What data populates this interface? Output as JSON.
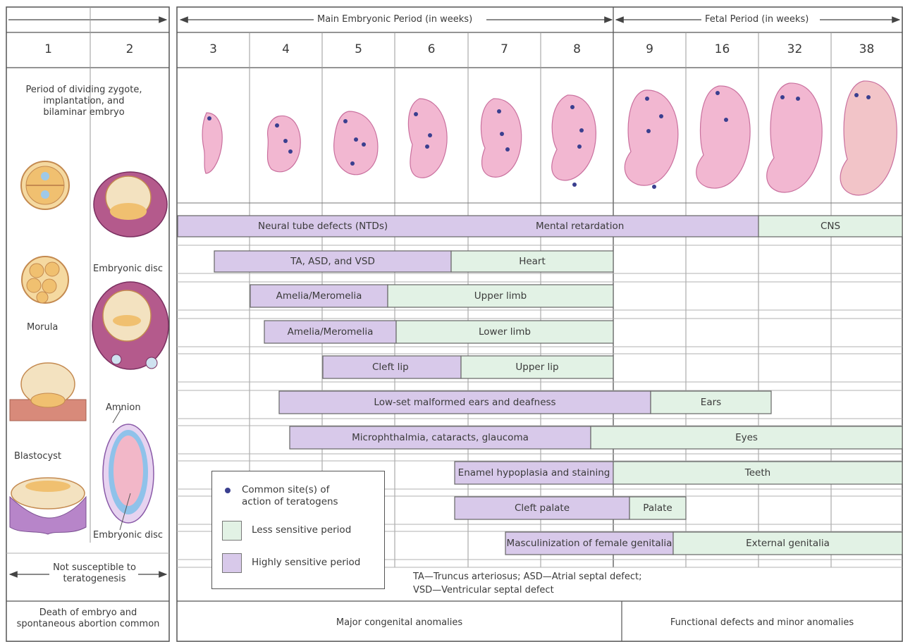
{
  "colors": {
    "highly_sensitive": "#d8c9ea",
    "less_sensitive": "#e2f2e5",
    "embryo": "#f2b7d1",
    "embryo_edge": "#c9709e",
    "dot": "#3a3f8f",
    "grid": "#9a9a9a"
  },
  "periods": {
    "embryonic": "Main Embryonic Period (in weeks)",
    "fetal": "Fetal Period (in weeks)"
  },
  "weeks": [
    "1",
    "2",
    "3",
    "4",
    "5",
    "6",
    "7",
    "8",
    "9",
    "16",
    "32",
    "38"
  ],
  "left_panel": {
    "period_text": "Period of dividing zygote, implantation, and bilaminar embryo",
    "embryonic_disc_top": "Embryonic disc",
    "morula": "Morula",
    "amnion": "Amnion",
    "blastocyst": "Blastocyst",
    "embryonic_disc_bottom": "Embryonic disc",
    "not_susceptible": "Not susceptible to teratogenesis",
    "death": "Death of embryo and spontaneous abortion common"
  },
  "bottom": {
    "major": "Major congenital anomalies",
    "functional": "Functional defects and minor anomalies"
  },
  "rows": [
    {
      "id": "cns",
      "highly_1": "Neural tube defects (NTDs)",
      "highly_2": "Mental retardation",
      "less": "CNS"
    },
    {
      "id": "heart",
      "highly": "TA, ASD, and VSD",
      "less": "Heart"
    },
    {
      "id": "upper-limb",
      "highly": "Amelia/Meromelia",
      "less": "Upper limb"
    },
    {
      "id": "lower-limb",
      "highly": "Amelia/Meromelia",
      "less": "Lower limb"
    },
    {
      "id": "lip",
      "highly": "Cleft lip",
      "less": "Upper lip"
    },
    {
      "id": "ears",
      "highly": "Low-set malformed ears and deafness",
      "less": "Ears"
    },
    {
      "id": "eyes",
      "highly": "Microphthalmia, cataracts, glaucoma",
      "less": "Eyes"
    },
    {
      "id": "teeth",
      "highly": "Enamel hypoplasia and staining",
      "less": "Teeth"
    },
    {
      "id": "palate",
      "highly": "Cleft palate",
      "less": "Palate"
    },
    {
      "id": "genitalia",
      "highly": "Masculinization of female genitalia",
      "less": "External genitalia"
    }
  ],
  "legend": {
    "dot": "Common site(s) of action of teratogens",
    "less": "Less sensitive period",
    "highly": "Highly sensitive period"
  },
  "footnote": {
    "line1": "TA—Truncus arteriosus; ASD—Atrial septal defect;",
    "line2": "VSD—Ventricular septal defect"
  }
}
